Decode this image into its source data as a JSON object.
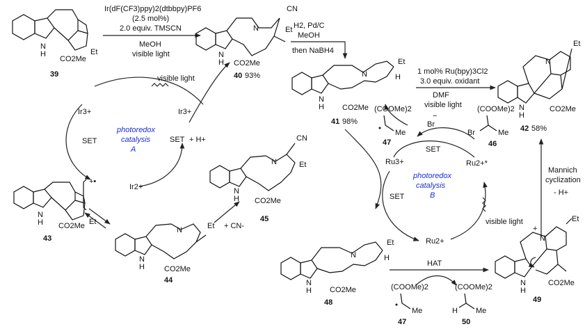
{
  "reagents": {
    "step1_line1": "Ir(dF(CF3)ppy)2(dtbbpy)PF6",
    "step1_line2": "(2.5 mol%)",
    "step1_line3": "2.0 equiv. TMSCN",
    "step1_below1": "MeOH",
    "step1_below2": "visible light",
    "step2_line1": "H2, Pd/C",
    "step2_line2": "MeOH",
    "step2_below": "then NaBH4",
    "step3_line1": "1 mol% Ru(bpy)3Cl2",
    "step3_line2": "3.0 equiv. oxidant",
    "step3_below1": "DMF",
    "step3_below2": "visible light",
    "mannich1": "Mannich",
    "mannich2": "cyclization",
    "mannich3": "- H+",
    "hat": "HAT"
  },
  "cycleA": {
    "title1": "photoredox",
    "title2": "catalysis",
    "title3": "A",
    "ir3_left": "Ir3+",
    "ir3_right": "Ir3+",
    "ir2": "Ir2+",
    "set_left": "SET",
    "set_right": "SET",
    "plus_h": "+ H+",
    "visible_light": "visible light",
    "plus_cn": "+ CN-"
  },
  "cycleB": {
    "title1": "photoredox",
    "title2": "catalysis",
    "title3": "B",
    "ru3": "Ru3+",
    "ru2star": "Ru2+*",
    "ru2": "Ru2+",
    "set_top": "SET",
    "set_left": "SET",
    "visible_light": "visible light",
    "br_minus": "Br",
    "reagent46_top": "(COOMe)2",
    "reagent46_br": "Br",
    "reagent47_top": "(COOMe)2"
  },
  "compounds": {
    "c39": "39",
    "c40": "40",
    "c40_yield": "93%",
    "c41": "41",
    "c41_yield": "98%",
    "c42": "42",
    "c42_yield": "58%",
    "c43": "43",
    "c44": "44",
    "c45": "45",
    "c46": "46",
    "c47a": "47",
    "c47b": "47",
    "c48": "48",
    "c49": "49",
    "c50": "50"
  },
  "labels": {
    "nh": "N",
    "h": "H",
    "co2me": "CO2Me",
    "et": "Et",
    "cn": "CN",
    "n": "N",
    "me": "Me",
    "coome2": "(COOMe)2"
  }
}
